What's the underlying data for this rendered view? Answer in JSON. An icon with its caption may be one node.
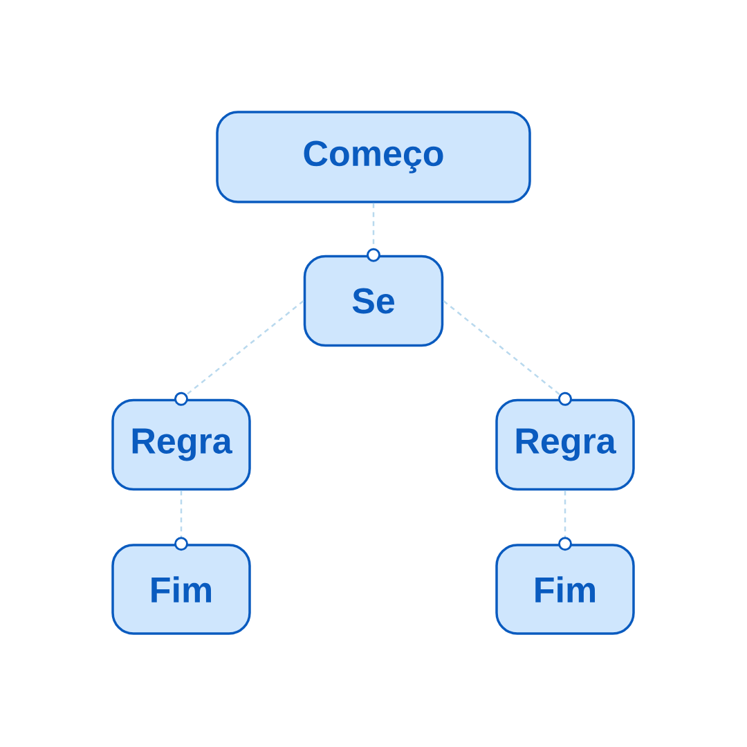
{
  "diagram": {
    "nodes": [
      {
        "text": [
          "Começo"
        ]
      },
      {
        "text": [
          "Se"
        ]
      },
      {
        "text": [
          "Regra"
        ]
      },
      {
        "text": [
          "Regra"
        ]
      },
      {
        "text": [
          "Fim"
        ]
      },
      {
        "text": [
          "Fim"
        ]
      }
    ],
    "edges": [
      {
        "from": 0,
        "to": 1,
        "arrow": "other",
        "style": "dashed"
      },
      {
        "from": 1,
        "to": 2,
        "arrow": "other",
        "style": "dashed"
      },
      {
        "from": 1,
        "to": 3,
        "arrow": "other",
        "style": "dashed"
      },
      {
        "from": 2,
        "to": 4,
        "arrow": "other",
        "style": "dashed"
      },
      {
        "from": 3,
        "to": 5,
        "arrow": "other",
        "style": "dashed"
      }
    ]
  }
}
